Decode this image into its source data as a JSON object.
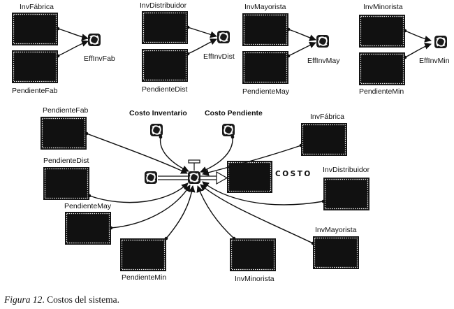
{
  "top_groups": [
    {
      "stock_top": "InvFábrica",
      "stock_bottom": "PendienteFab",
      "converter": "EffInvFab"
    },
    {
      "stock_top": "InvDistribuidor",
      "stock_bottom": "PendienteDist",
      "converter": "EffInvDist"
    },
    {
      "stock_top": "InvMayorista",
      "stock_bottom": "PendienteMay",
      "converter": "EffInvMay"
    },
    {
      "stock_top": "InvMinorista",
      "stock_bottom": "PendienteMin",
      "converter": "EffInvMin"
    }
  ],
  "cost_model": {
    "stock_label": "COSTO",
    "converter_inventario": "Costo Inventario",
    "converter_pendiente": "Costo Pendiente",
    "inputs": {
      "pendiente_fab": "PendienteFab",
      "pendiente_dist": "PendienteDist",
      "pendiente_may": "PendienteMay",
      "pendiente_min": "PendienteMin",
      "inv_fabrica": "InvFábrica",
      "inv_distribuidor": "InvDistribuidor",
      "inv_mayorista": "InvMayorista",
      "inv_minorista": "InvMinorista"
    }
  },
  "caption": {
    "figure": "Figura 12",
    "text": ". Costos del sistema."
  }
}
